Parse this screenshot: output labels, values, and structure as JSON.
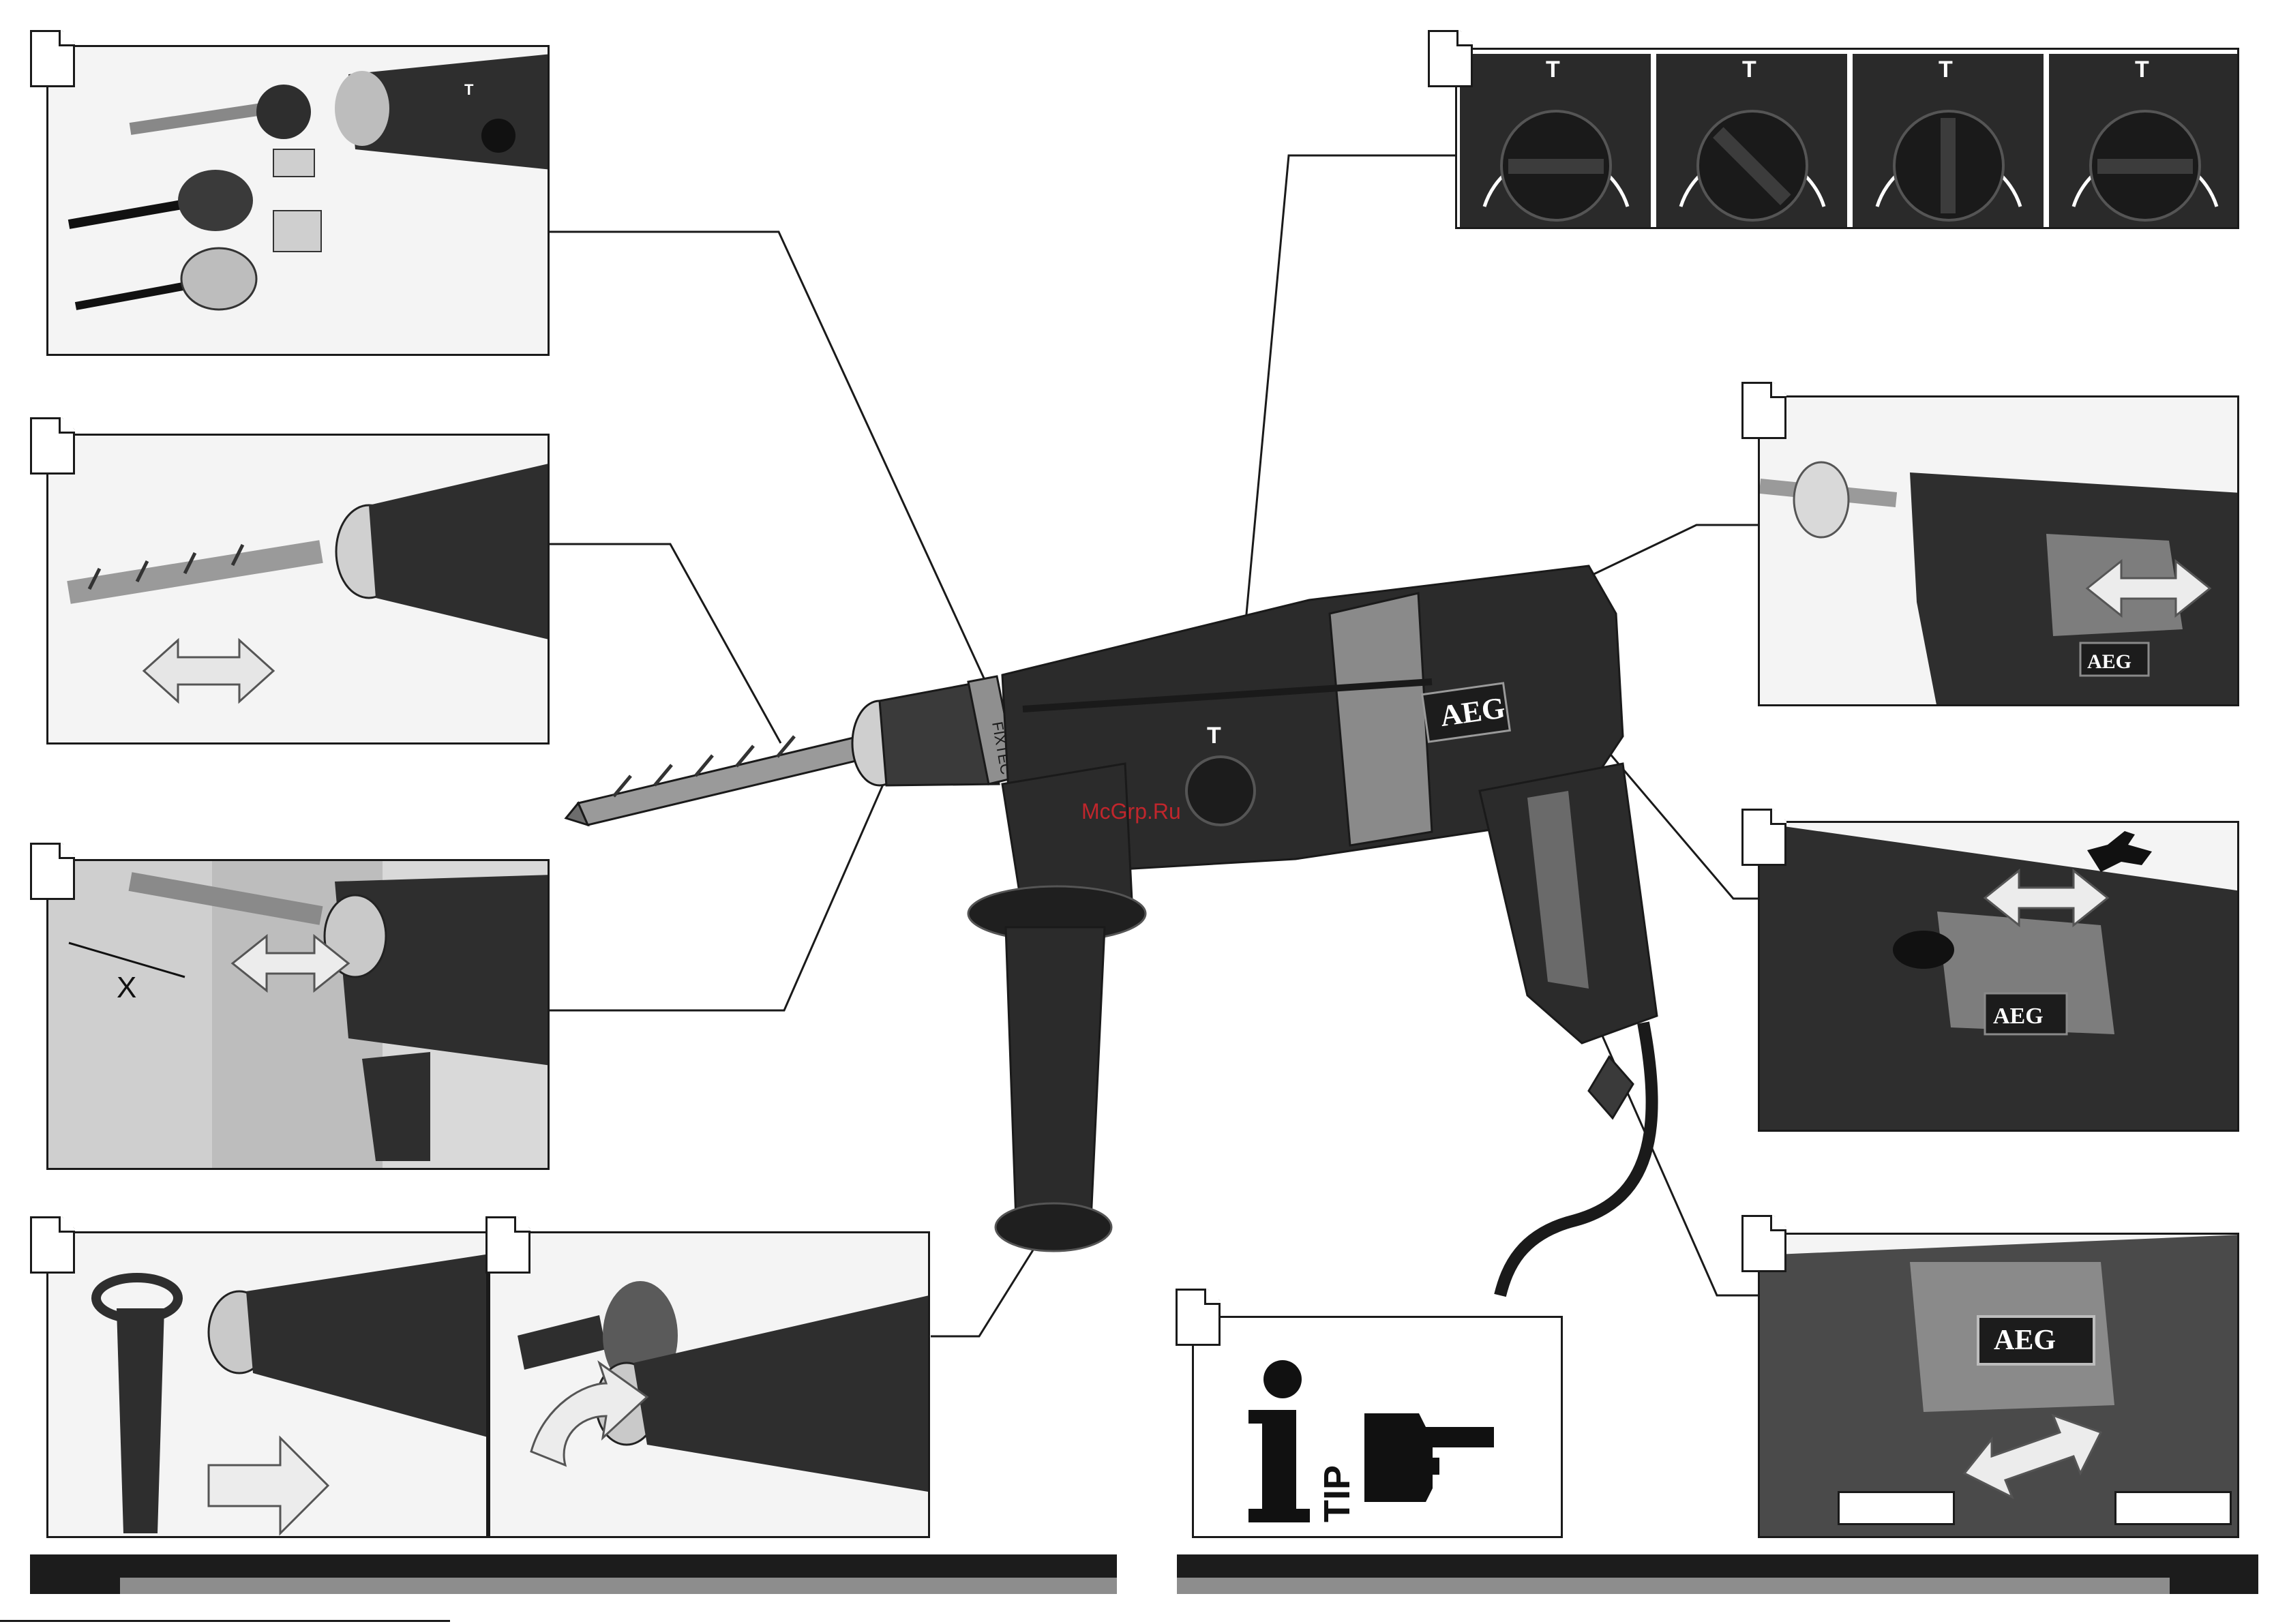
{
  "brand": {
    "logo_text": "AEG",
    "colors": {
      "body": "#2b2b2b",
      "accent": "#9a9a9a",
      "line": "#1a1a1a",
      "watermark": "#c0262c"
    }
  },
  "watermark": "McGrp.Ru",
  "labels": {
    "depth_marker": "X",
    "chuck_marking": "FIXTEC",
    "mode_symbol": "T",
    "tip_text": "TIP",
    "info_symbol": "i"
  },
  "icons": {
    "double_arrow": "double-arrow-icon",
    "curved_arrow": "curved-arrow-icon",
    "hare": "hare-icon",
    "tortoise": "tortoise-icon",
    "pointing_hand": "pointing-hand-icon",
    "info": "info-icon"
  },
  "selector_positions": [
    "hammer-drill",
    "drill",
    "chisel-lock",
    "chisel"
  ]
}
